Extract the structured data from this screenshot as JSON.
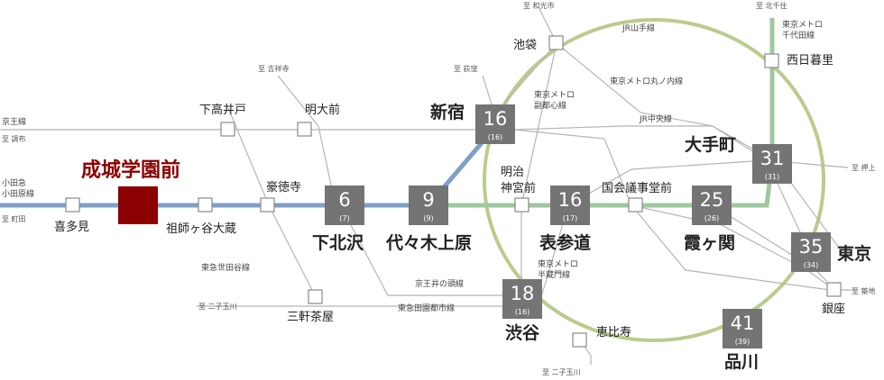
{
  "colors": {
    "odakyu": "#7f9fc7",
    "chiyoda": "#9fc79f",
    "yamanote": "#b9cc8c",
    "thin": "#b5b5b5",
    "time_box": "#747474",
    "home": "#8b0000"
  },
  "home_station": "成城学園前",
  "stations": {
    "kitami": "喜多見",
    "soshigaya": "祖師ヶ谷大蔵",
    "gotokuji": "豪徳寺",
    "shimotakaido": "下高井戸",
    "meidaimae": "明大前",
    "sangenjaya": "三軒茶屋",
    "shimokitazawa": "下北沢",
    "yoyogiuehara": "代々木上原",
    "shinjuku": "新宿",
    "ikebukuro": "池袋",
    "meiji1": "明治",
    "meiji2": "神宮前",
    "omotesando": "表参道",
    "kokkai": "国会議事堂前",
    "kasumigaseki": "霞ヶ関",
    "otemachi": "大手町",
    "nishinippori": "西日暮里",
    "tokyo": "東京",
    "ginza": "銀座",
    "shinagawa": "品川",
    "shibuya": "渋谷",
    "ebisu": "恵比寿"
  },
  "times": {
    "shimokitazawa": {
      "main": "6",
      "sub": "(7)"
    },
    "yoyogiuehara": {
      "main": "9",
      "sub": "(9)"
    },
    "shinjuku": {
      "main": "16",
      "sub": "(16)"
    },
    "omotesando": {
      "main": "16",
      "sub": "(17)"
    },
    "kasumigaseki": {
      "main": "25",
      "sub": "(26)"
    },
    "otemachi": {
      "main": "31",
      "sub": "(31)"
    },
    "tokyo": {
      "main": "35",
      "sub": "(34)"
    },
    "shinagawa": {
      "main": "41",
      "sub": "(39)"
    },
    "shibuya": {
      "main": "18",
      "sub": "(16)"
    }
  },
  "lines": {
    "keio": "京王線",
    "odakyu1": "小田急",
    "odakyu2": "小田原線",
    "setagaya": "東急世田谷線",
    "inokashira": "京王井の頭線",
    "denentoshi": "東急田園都市線",
    "yamanote": "JR山手線",
    "marunouchi": "東京メトロ丸ノ内線",
    "chuo": "JR中央線",
    "fukutoshin1": "東京メトロ",
    "fukutoshin2": "副都心線",
    "hanzomon1": "東京メトロ",
    "hanzomon2": "半蔵門線",
    "chiyoda1": "東京メトロ",
    "chiyoda2": "千代田線"
  },
  "directions": {
    "chofu": "至 調布",
    "machida": "至 町田",
    "kichijoji": "至 吉祥寺",
    "ogikubo": "至 荻窪",
    "wakoshi": "至 和光市",
    "kitasenju": "至 北千住",
    "oshiage": "至 押上",
    "tsukiji": "至 築地",
    "futakotamagawa_left": "至 二子玉川",
    "futakotamagawa_bottom": "至 二子玉川"
  }
}
